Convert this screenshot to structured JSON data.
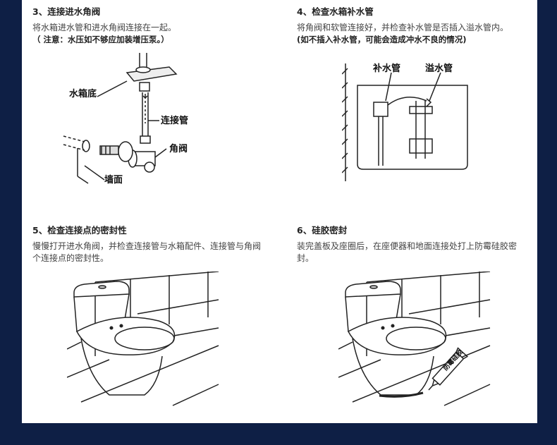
{
  "steps": {
    "s3": {
      "title": "3、连接进水角阀",
      "desc": "将水箱进水管和进水角阀连接在一起。",
      "note": "（ 注意：水压如不够应加装增压泵。）",
      "labels": {
        "tank_bottom": "水箱底",
        "pipe": "连接管",
        "valve": "角阀",
        "wall": "墙面"
      }
    },
    "s4": {
      "title": "4、检查水箱补水管",
      "desc": "将角阀和软管连接好，并检查补水管是否插入溢水管内。",
      "note": "(如不插入补水管，可能会造成冲水不良的情况)",
      "labels": {
        "refill": "补水管",
        "overflow": "溢水管"
      }
    },
    "s5": {
      "title": "5、检查连接点的密封性",
      "desc": "慢慢打开进水角阀，并检查连接管与水箱配件、连接管与角阀个连接点的密封性。"
    },
    "s6": {
      "title": "6、硅胶密封",
      "desc": "装完盖板及座圈后，在座便器和地面连接处打上防霉硅胶密封。",
      "labels": {
        "tube": "防霉硅胶"
      }
    }
  },
  "colors": {
    "background": "#0e1f45",
    "panel": "#ffffff"
  }
}
